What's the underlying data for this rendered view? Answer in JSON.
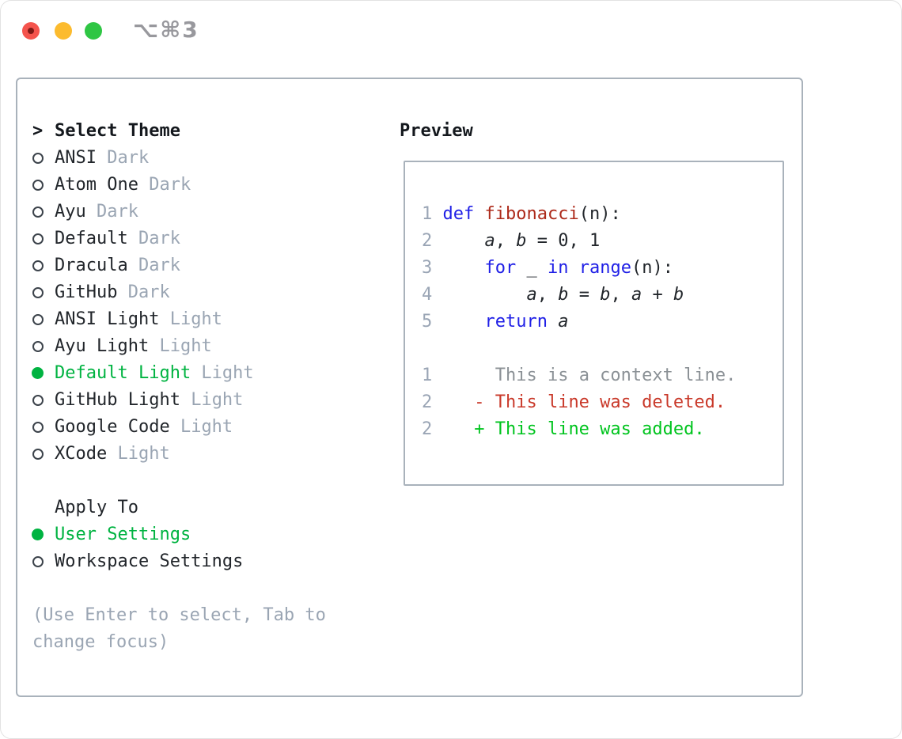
{
  "window": {
    "title": "⌥⌘3"
  },
  "colors": {
    "selected_green": "#00b341",
    "added_green": "#00c41e",
    "deleted_red": "#c9392a",
    "keyword_blue": "#1f1fe6",
    "function_red": "#ad2a1a",
    "traffic_red": "#f4544d",
    "traffic_yellow": "#fcbb2e",
    "traffic_green": "#2fc644"
  },
  "left": {
    "header": {
      "prompt": ">",
      "label": "Select Theme"
    },
    "themes": [
      {
        "name": "ANSI",
        "variant": "Dark",
        "selected": false
      },
      {
        "name": "Atom One",
        "variant": "Dark",
        "selected": false
      },
      {
        "name": "Ayu",
        "variant": "Dark",
        "selected": false
      },
      {
        "name": "Default",
        "variant": "Dark",
        "selected": false
      },
      {
        "name": "Dracula",
        "variant": "Dark",
        "selected": false
      },
      {
        "name": "GitHub",
        "variant": "Dark",
        "selected": false
      },
      {
        "name": "ANSI Light",
        "variant": "Light",
        "selected": false
      },
      {
        "name": "Ayu Light",
        "variant": "Light",
        "selected": false
      },
      {
        "name": "Default Light",
        "variant": "Light",
        "selected": true
      },
      {
        "name": "GitHub Light",
        "variant": "Light",
        "selected": false
      },
      {
        "name": "Google Code",
        "variant": "Light",
        "selected": false
      },
      {
        "name": "XCode",
        "variant": "Light",
        "selected": false
      }
    ],
    "apply_to": {
      "label": "Apply To",
      "options": [
        {
          "name": "User Settings",
          "selected": true
        },
        {
          "name": "Workspace Settings",
          "selected": false
        }
      ]
    },
    "help": [
      "(Use Enter to select, Tab to",
      "change focus)"
    ]
  },
  "preview": {
    "label": "Preview",
    "lines": [
      {
        "name": "code-line-1",
        "tokens": [
          [
            "1 ",
            "num"
          ],
          [
            "def",
            "kw"
          ],
          [
            " ",
            "p"
          ],
          [
            "fibonacci",
            "fn"
          ],
          [
            "(n):",
            "p"
          ]
        ]
      },
      {
        "name": "code-line-2",
        "tokens": [
          [
            "2 ",
            "num"
          ],
          [
            "    ",
            "p"
          ],
          [
            "a",
            "var"
          ],
          [
            ", ",
            "p"
          ],
          [
            "b",
            "var"
          ],
          [
            " = 0, 1",
            "p"
          ]
        ]
      },
      {
        "name": "code-line-3",
        "tokens": [
          [
            "3 ",
            "num"
          ],
          [
            "    ",
            "p"
          ],
          [
            "for",
            "kw"
          ],
          [
            " _ ",
            "p"
          ],
          [
            "in",
            "kw"
          ],
          [
            " ",
            "p"
          ],
          [
            "range",
            "kw"
          ],
          [
            "(n):",
            "p"
          ]
        ]
      },
      {
        "name": "code-line-4",
        "tokens": [
          [
            "4 ",
            "num"
          ],
          [
            "        ",
            "p"
          ],
          [
            "a",
            "var"
          ],
          [
            ", ",
            "p"
          ],
          [
            "b",
            "var"
          ],
          [
            " = ",
            "p"
          ],
          [
            "b",
            "var"
          ],
          [
            ", ",
            "p"
          ],
          [
            "a",
            "var"
          ],
          [
            " + ",
            "p"
          ],
          [
            "b",
            "var"
          ]
        ]
      },
      {
        "name": "code-line-5",
        "tokens": [
          [
            "5 ",
            "num"
          ],
          [
            "    ",
            "p"
          ],
          [
            "return",
            "kw"
          ],
          [
            " ",
            "p"
          ],
          [
            "a",
            "var"
          ]
        ]
      },
      {
        "name": "blank-line",
        "tokens": []
      },
      {
        "name": "diff-context-line",
        "tokens": [
          [
            "1",
            "num"
          ],
          [
            "      ",
            "p"
          ],
          [
            "This is a context line.",
            "ctx"
          ]
        ]
      },
      {
        "name": "diff-deleted-line",
        "tokens": [
          [
            "2",
            "num"
          ],
          [
            "    ",
            "p"
          ],
          [
            "- This line was deleted.",
            "del"
          ]
        ]
      },
      {
        "name": "diff-added-line",
        "tokens": [
          [
            "2",
            "num"
          ],
          [
            "    ",
            "p"
          ],
          [
            "+ This line was added.",
            "add"
          ]
        ]
      }
    ]
  }
}
